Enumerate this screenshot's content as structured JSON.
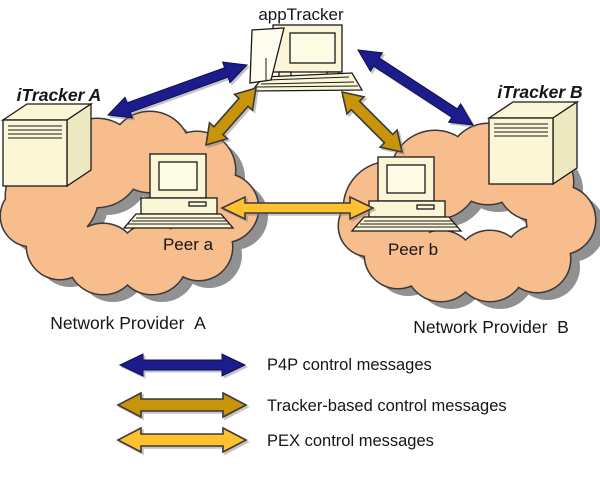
{
  "diagram": {
    "nodes": {
      "app_tracker": {
        "label": "appTracker",
        "icon": "desktop-computer"
      },
      "itracker_a": {
        "label": "iTracker A",
        "icon": "server-box"
      },
      "itracker_b": {
        "label": "iTracker B",
        "icon": "server-box"
      },
      "peer_a": {
        "label": "Peer a",
        "icon": "desktop-computer"
      },
      "peer_b": {
        "label": "Peer b",
        "icon": "desktop-computer"
      }
    },
    "clouds": {
      "provider_a": {
        "label": "Network Provider  A"
      },
      "provider_b": {
        "label": "Network Provider  B"
      }
    },
    "edges": [
      {
        "from": "iTracker A",
        "to": "appTracker",
        "type": "P4P control messages"
      },
      {
        "from": "appTracker",
        "to": "iTracker B",
        "type": "P4P control messages"
      },
      {
        "from": "appTracker",
        "to": "Peer a",
        "type": "Tracker-based control messages"
      },
      {
        "from": "appTracker",
        "to": "Peer b",
        "type": "Tracker-based control messages"
      },
      {
        "from": "Peer a",
        "to": "Peer b",
        "type": "PEX control messages"
      }
    ]
  },
  "legend": {
    "items": [
      {
        "label": "P4P control messages",
        "color": "#1c1c8c",
        "arrow": "double-headed"
      },
      {
        "label": "Tracker-based control messages",
        "color": "#c8940a",
        "arrow": "double-headed"
      },
      {
        "label": "PEX control messages",
        "color": "#ffc22e",
        "arrow": "double-headed"
      }
    ]
  },
  "colors": {
    "p4p": "#1c1c8c",
    "tracker": "#c8940a",
    "pex": "#ffc22e",
    "cloud": "#f7bd8d",
    "shadow": "#919191",
    "machine": "#faf6d6",
    "background": "#ffffff"
  }
}
